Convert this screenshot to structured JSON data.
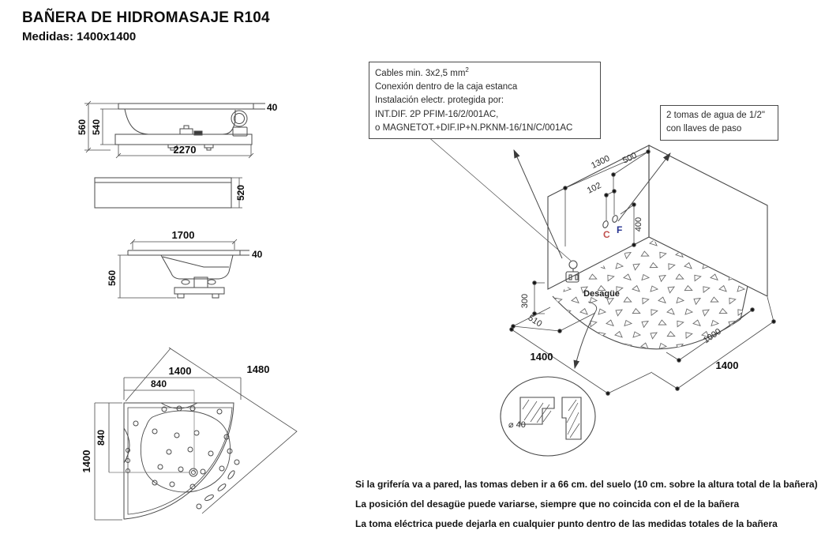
{
  "title": "BAÑERA DE HIDROMASAJE R104",
  "subtitle": "Medidas: 1400x1400",
  "electrical_box": {
    "line1_main": "Cables min. 3x2,5 mm",
    "line1_sup": "2",
    "line2": "Conexión dentro de la caja estanca",
    "line3": "Instalación electr. protegida por:",
    "line4": "INT.DIF. 2P PFIM-16/2/001AC,",
    "line5": "o MAGNETOT.+DIF.IP+N.PKNM-16/1N/C/001AC"
  },
  "water_box": {
    "line1": "2 tomas de agua de 1/2\"",
    "line2": "con llaves de paso"
  },
  "side_view_long": {
    "height_total": "560",
    "height_tub": "540",
    "length": "2270",
    "rim_thickness": "40"
  },
  "front_panel": {
    "height": "520"
  },
  "side_view_short": {
    "width": "1700",
    "rim_thickness": "40",
    "height": "560"
  },
  "plan_view": {
    "width": "1400",
    "drain_offset_x": "840",
    "diagonal": "1480",
    "drain_offset_y": "840",
    "depth": "1400"
  },
  "installation": {
    "wall_width": "1300",
    "tap_offset": "500",
    "tap_spacing": "102",
    "tap_height": "400",
    "socket_height": "300",
    "drain_wall_offset": "510",
    "front_width": "1000",
    "side_left": "1400",
    "side_right": "1400",
    "drain_label": "Desagüe",
    "hot_label": "C",
    "cold_label": "F"
  },
  "drain_detail": {
    "diameter": "⌀ 40"
  },
  "notes": {
    "note1": "Si la grifería va a pared, las tomas deben ir a 66 cm. del suelo (10 cm. sobre la altura total de la bañera)",
    "note2": "La posición del desagüe puede variarse, siempre que no coincida con el de la bañera",
    "note3": "La toma eléctrica puede dejarla en cualquier punto dentro de las medidas totales de la bañera"
  },
  "colors": {
    "hot": "#c0504d",
    "cold": "#24308f",
    "line": "#4a4a4a"
  }
}
